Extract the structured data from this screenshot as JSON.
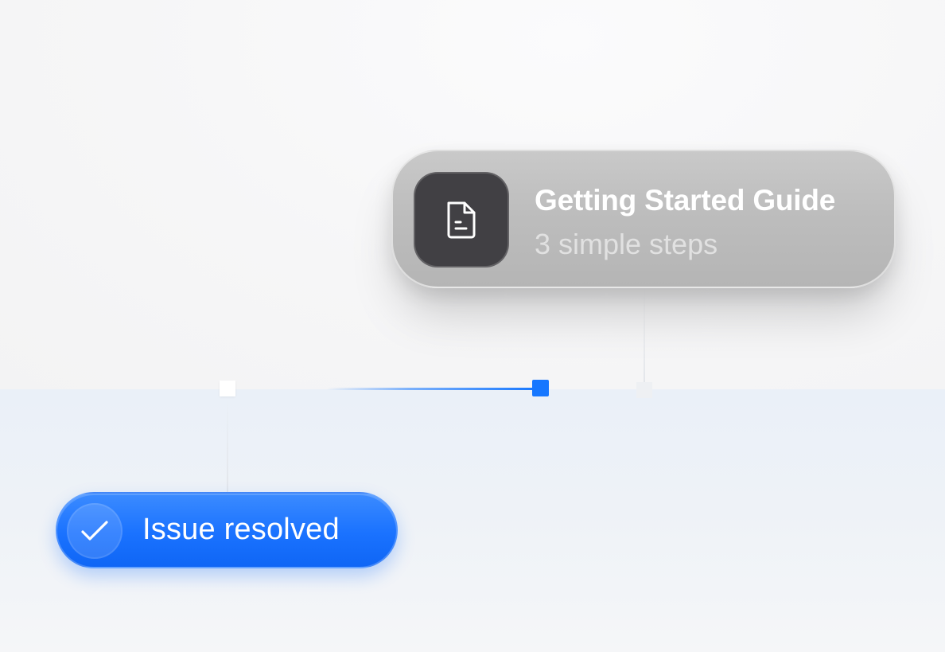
{
  "guide_card": {
    "title": "Getting Started Guide",
    "subtitle": "3 simple steps",
    "icon": "document-icon"
  },
  "status_pill": {
    "label": "Issue resolved",
    "icon": "check-icon"
  },
  "colors": {
    "accent": "#1677ff",
    "icon_tile": "#414044",
    "card_background": "#bdbdbd"
  }
}
